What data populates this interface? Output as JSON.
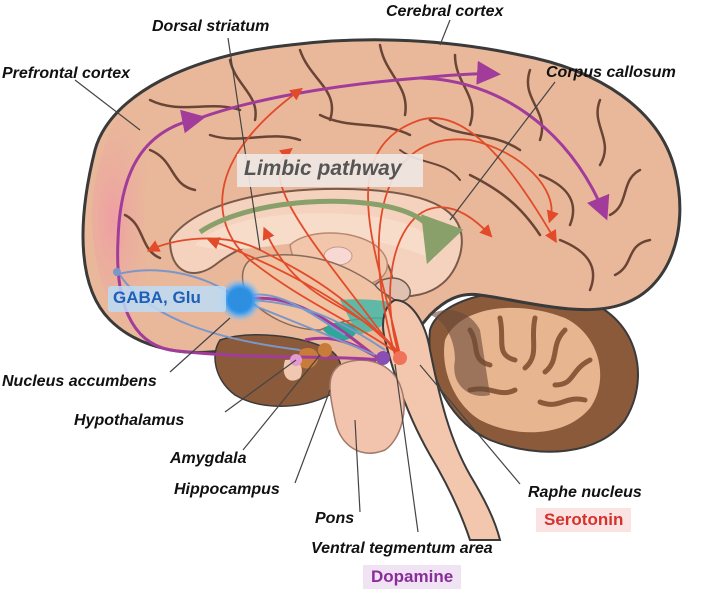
{
  "labels": {
    "dorsal_striatum": "Dorsal striatum",
    "cerebral_cortex": "Cerebral cortex",
    "prefrontal_cortex": "Prefrontal cortex",
    "corpus_callosum": "Corpus callosum",
    "limbic_pathway": "Limbic pathway",
    "gaba_glu": "GABA, Glu",
    "nucleus_accumbens": "Nucleus accumbens",
    "hypothalamus": "Hypothalamus",
    "amygdala": "Amygdala",
    "hippocampus": "Hippocampus",
    "pons": "Pons",
    "ventral_tegmentum_area": "Ventral tegmentum area",
    "raphe_nucleus": "Raphe nucleus",
    "serotonin": "Serotonin",
    "dopamine": "Dopamine"
  },
  "colors": {
    "cortex": "#e9b89a",
    "cortex_outline": "#3a3a3a",
    "prefrontal": "#ec9ea0",
    "cerebellum": "#8a5a3a",
    "brainstem": "#f3c7ad",
    "dopamine_path": "#a23c9b",
    "serotonin_path": "#e24b2a",
    "gaba_path": "#7b97c9",
    "limbic_path": "#8aa06a",
    "gaba_node": "#2e8fe0",
    "serotonin_tag_bg": "#fbe3e3",
    "serotonin_text": "#d6322b",
    "dopamine_tag_bg": "#efe3f4",
    "dopamine_text": "#8a2c9a"
  }
}
